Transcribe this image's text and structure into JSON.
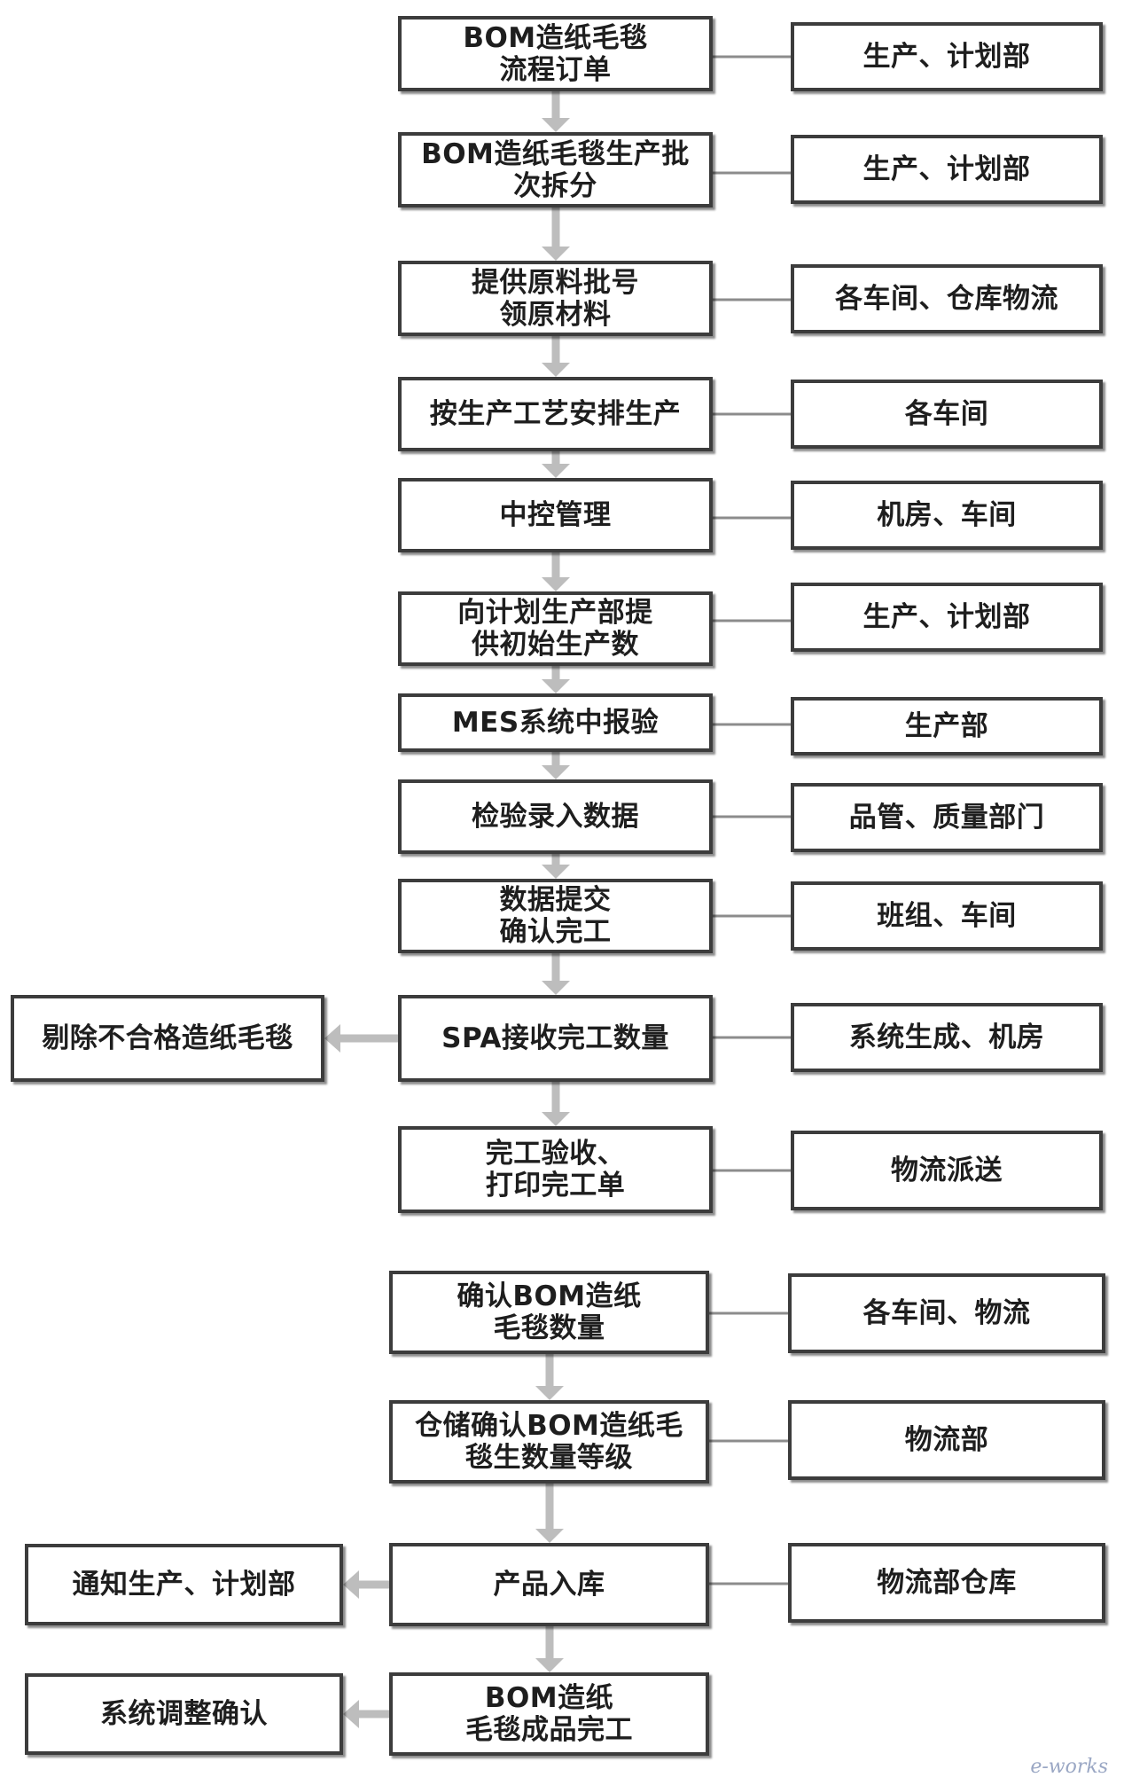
{
  "main_flow": [
    {
      "id": "m1",
      "text": "BOM造纸毛毯\n流程订单"
    },
    {
      "id": "m2",
      "text": "BOM造纸毛毯生产批\n次拆分"
    },
    {
      "id": "m3",
      "text": "提供原料批号\n领原材料"
    },
    {
      "id": "m4",
      "text": "按生产工艺安排生产"
    },
    {
      "id": "m5",
      "text": "中控管理"
    },
    {
      "id": "m6",
      "text": "向计划生产部提\n供初始生产数"
    },
    {
      "id": "m7",
      "text": "MES系统中报验"
    },
    {
      "id": "m8",
      "text": "检验录入数据"
    },
    {
      "id": "m9",
      "text": "数据提交\n确认完工"
    },
    {
      "id": "m10",
      "text": "SPA接收完工数量"
    },
    {
      "id": "m11",
      "text": "完工验收、\n打印完工单"
    },
    {
      "id": "m12",
      "text": "确认BOM造纸\n毛毯数量"
    },
    {
      "id": "m13",
      "text": "仓储确认BOM造纸毛\n毯生数量等级"
    },
    {
      "id": "m14",
      "text": "产品入库"
    },
    {
      "id": "m15",
      "text": "BOM造纸\n毛毯成品完工"
    }
  ],
  "departments": [
    {
      "id": "d1",
      "text": "生产、计划部"
    },
    {
      "id": "d2",
      "text": "生产、计划部"
    },
    {
      "id": "d3",
      "text": "各车间、仓库物流"
    },
    {
      "id": "d4",
      "text": "各车间"
    },
    {
      "id": "d5",
      "text": "机房、车间"
    },
    {
      "id": "d6",
      "text": "生产、计划部"
    },
    {
      "id": "d7",
      "text": "生产部"
    },
    {
      "id": "d8",
      "text": "品管、质量部门"
    },
    {
      "id": "d9",
      "text": "班组、车间"
    },
    {
      "id": "d10",
      "text": "系统生成、机房"
    },
    {
      "id": "d11",
      "text": "物流派送"
    },
    {
      "id": "d12",
      "text": "各车间、物流"
    },
    {
      "id": "d13",
      "text": "物流部"
    },
    {
      "id": "d14",
      "text": "物流部仓库"
    }
  ],
  "side_outputs": [
    {
      "id": "s1",
      "text": "剔除不合格造纸毛毯"
    },
    {
      "id": "s2",
      "text": "通知生产、计划部"
    },
    {
      "id": "s3",
      "text": "系统调整确认"
    }
  ],
  "watermark": "e-works",
  "colors": {
    "border": "#3c3c3c",
    "connector": "#8c8c8c",
    "arrow": "#bdbdbd"
  }
}
